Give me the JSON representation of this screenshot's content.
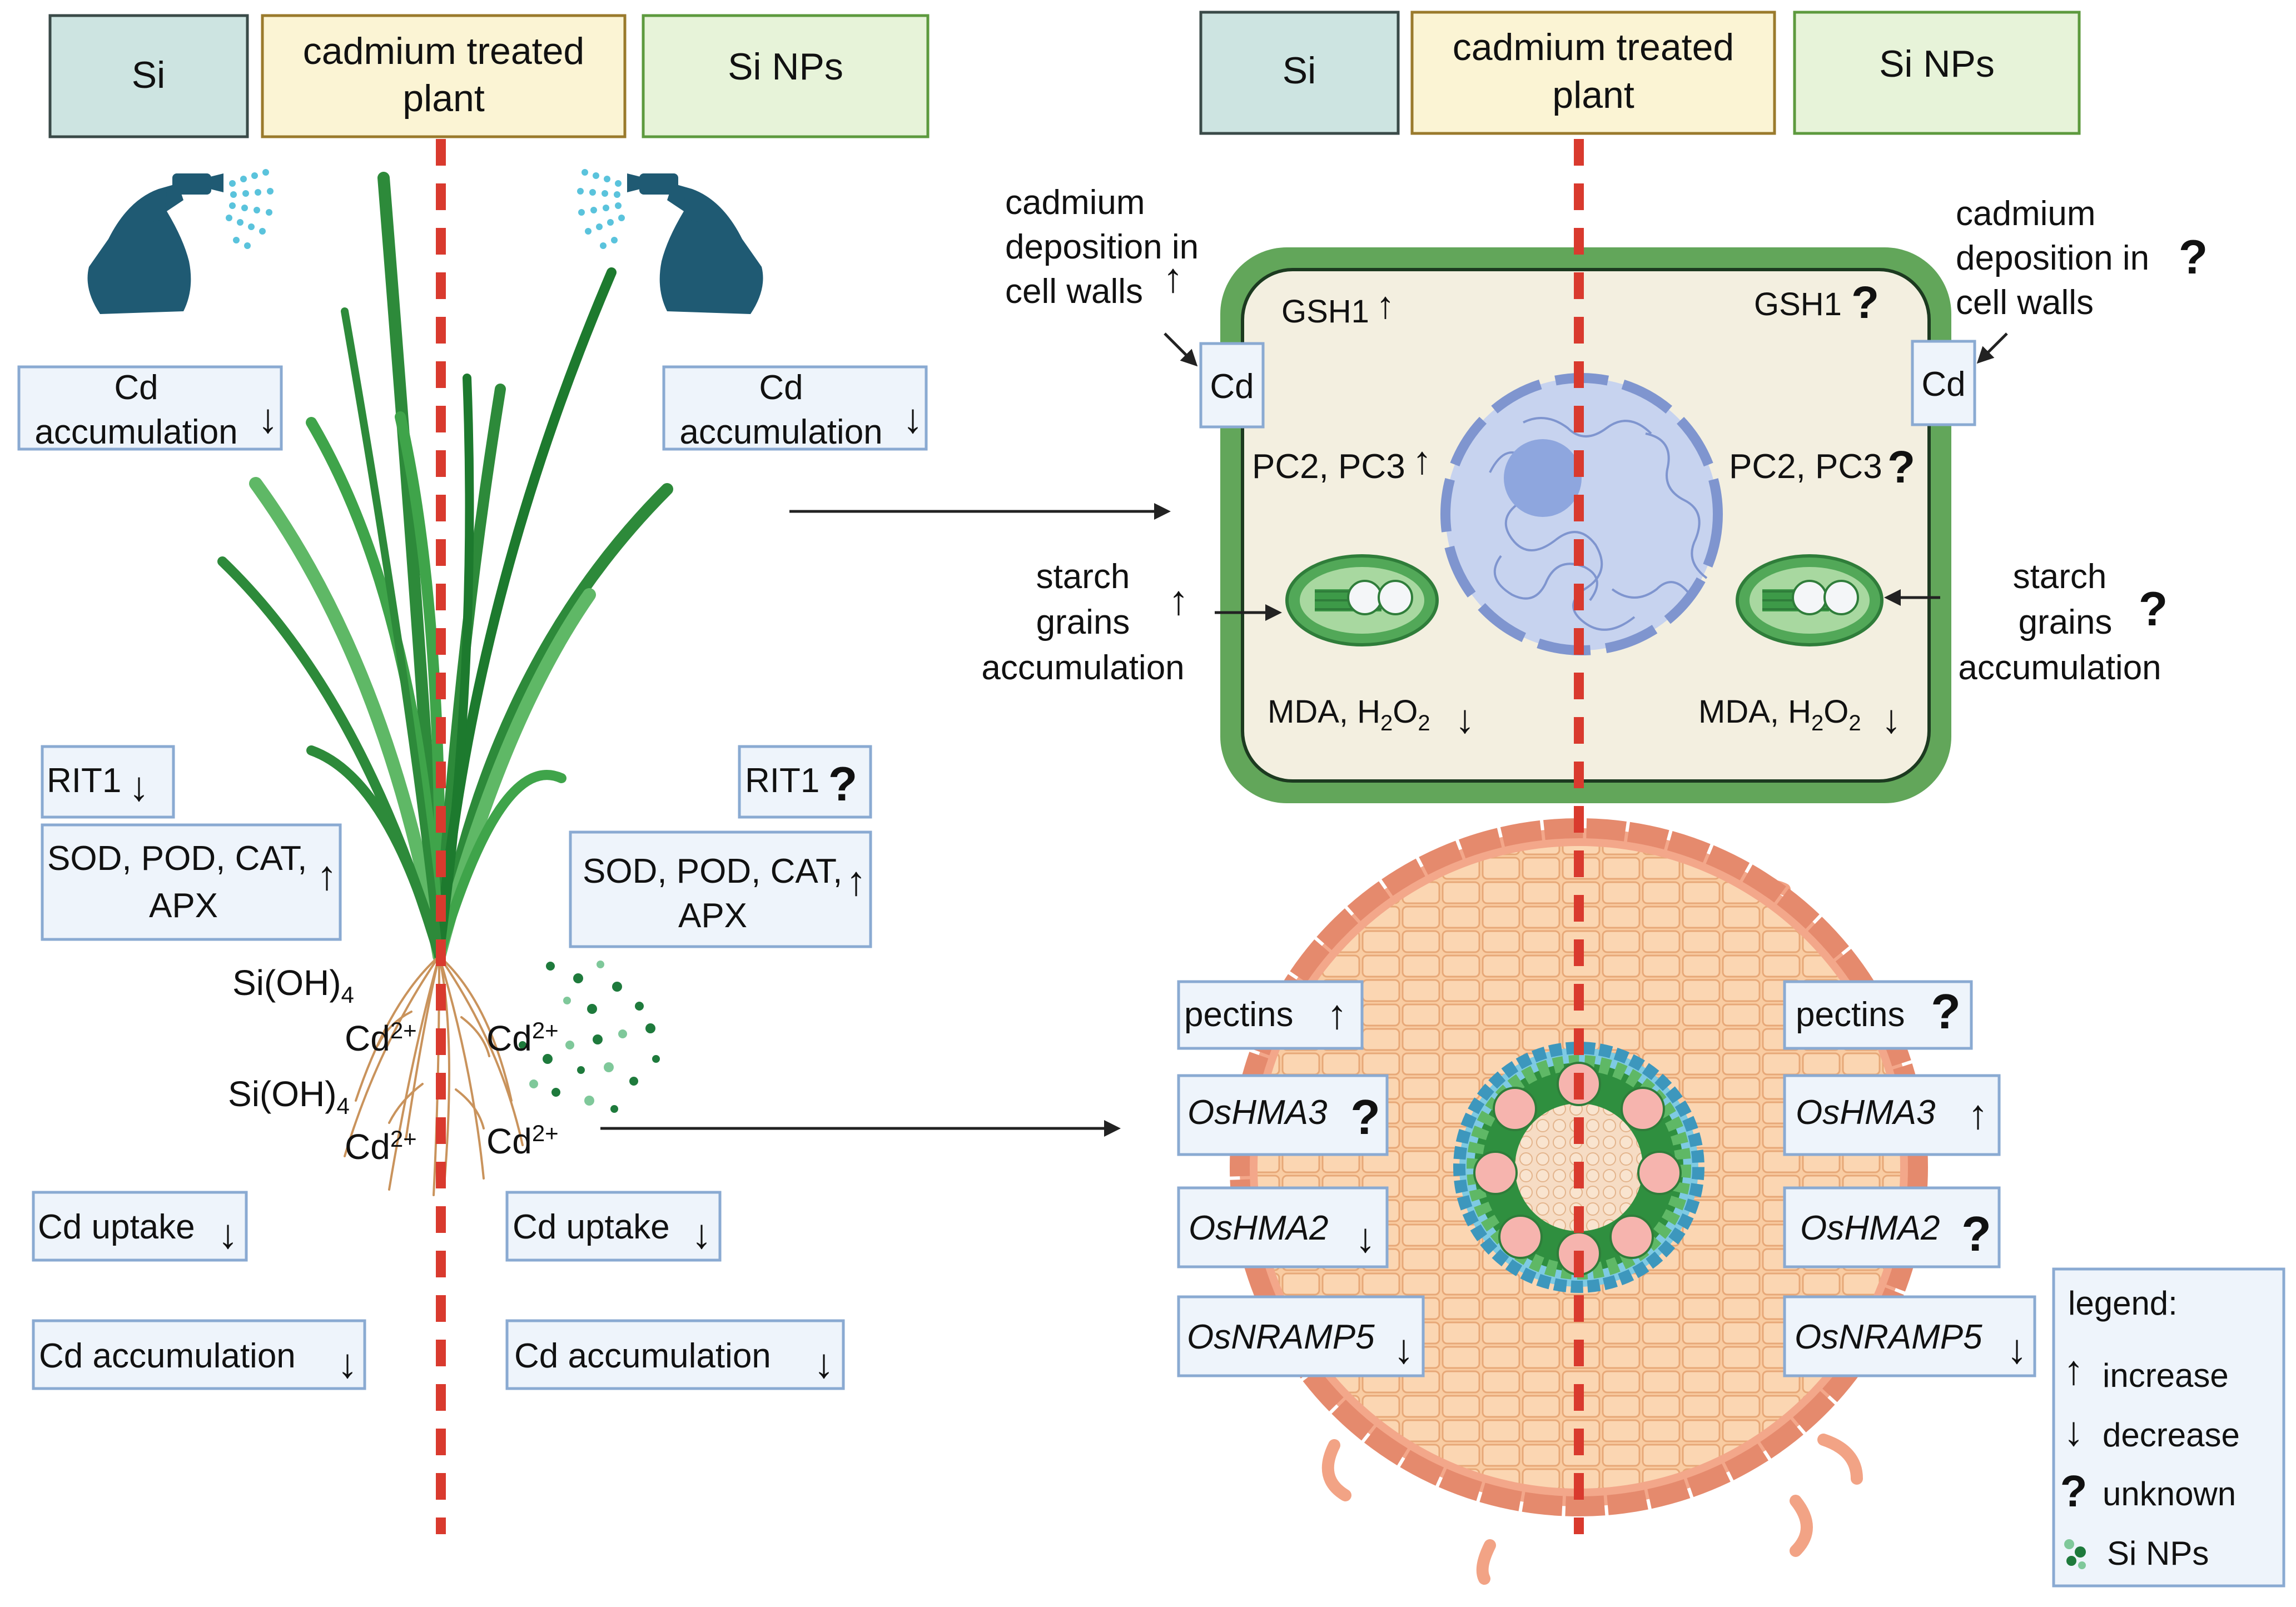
{
  "left_panel": {
    "headers": {
      "si": "Si",
      "cd_line1": "cadmium treated",
      "cd_line2": "plant",
      "sinp": "Si NPs"
    },
    "left_boxes": {
      "cd_acc_line1": "Cd",
      "cd_acc_line2": "accumulation",
      "rit1": "RIT1",
      "enzymes_line1": "SOD, POD, CAT,",
      "enzymes_line2": "APX",
      "cd_uptake": "Cd uptake",
      "cd_accumulation": "Cd accumulation"
    },
    "right_boxes": {
      "cd_acc_line1": "Cd",
      "cd_acc_line2": "accumulation",
      "rit1": "RIT1",
      "enzymes_line1": "SOD, POD, CAT,",
      "enzymes_line2": "APX",
      "cd_uptake": "Cd uptake",
      "cd_accumulation": "Cd accumulation"
    },
    "root_labels": {
      "si_oh4_a": "Si(OH)",
      "si_oh4_b": "Si(OH)",
      "sub4": "4",
      "cd": "Cd",
      "sup": "2+"
    }
  },
  "cell_panel": {
    "headers": {
      "si": "Si",
      "cd_line1": "cadmium treated",
      "cd_line2": "plant",
      "sinp": "Si NPs"
    },
    "left": {
      "deposition_line1": "cadmium",
      "deposition_line2": "deposition in",
      "deposition_line3": "cell walls",
      "cd_box": "Cd",
      "gsh1": "GSH1",
      "pc": "PC2, PC3",
      "starch_line1": "starch",
      "starch_line2": "grains",
      "starch_line3": "accumulation",
      "mda": "MDA, H",
      "h2o2_sub": "2",
      "h2o2_tail": "O",
      "h2o2_sub2": "2"
    },
    "right": {
      "deposition_line1": "cadmium",
      "deposition_line2": "deposition in",
      "deposition_line3": "cell walls",
      "cd_box": "Cd",
      "gsh1": "GSH1",
      "pc": "PC2, PC3",
      "starch_line1": "starch",
      "starch_line2": "grains",
      "starch_line3": "accumulation",
      "mda": "MDA, H",
      "h2o2_sub": "2",
      "h2o2_tail": "O",
      "h2o2_sub2": "2"
    }
  },
  "root_panel": {
    "left_boxes": {
      "pectins": "pectins",
      "oshma3": "OsHMA3",
      "oshma2": "OsHMA2",
      "osnramp5": "OsNRAMP5"
    },
    "right_boxes": {
      "pectins": "pectins",
      "oshma3": "OsHMA3",
      "oshma2": "OsHMA2",
      "osnramp5": "OsNRAMP5"
    }
  },
  "legend": {
    "title": "legend:",
    "increase": "increase",
    "decrease": "decrease",
    "unknown": "unknown",
    "sinps": "Si NPs"
  },
  "symbols": {
    "up": "↑",
    "down": "↓",
    "unknown": "?"
  },
  "colors": {
    "indicator_red": "#e0302a",
    "dashed_line_red": "#d93a2e",
    "si_header_fill": "#cde4e1",
    "cd_header_fill": "#fbf4d4",
    "sinp_header_fill": "#e7f3d9",
    "box_fill": "#eef4fb",
    "box_border": "#8aaad2",
    "cell_wall_green": "#62a65a",
    "cytoplasm": "#f3efe0",
    "root_cortex": "#f8c9a0",
    "sprayer_blue": "#1f5a73"
  }
}
